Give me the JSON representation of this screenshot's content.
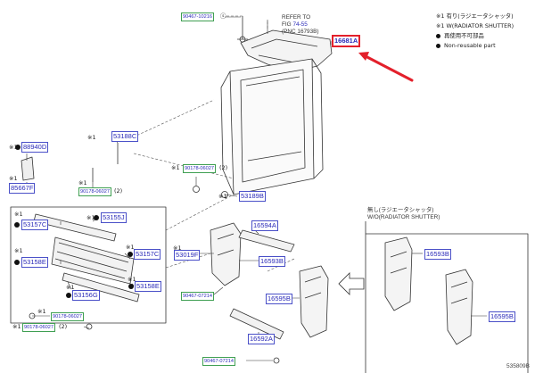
{
  "legend": {
    "line1": "※1 有り(ラジエータシャッタ)",
    "line2": "※1 W(RADIATOR SHUTTER)",
    "line3": "再使用不可部品",
    "line4": "Non-reusable part"
  },
  "refer": {
    "line1": "REFER TO",
    "fig_prefix": "FIG",
    "fig_num": "74-55",
    "line3": "(PNC 16793B)"
  },
  "without": {
    "line1": "無し(ラジエータシャッタ)",
    "line2": "W/O(RADIATOR SHUTTER)"
  },
  "marks": {
    "star": "※1"
  },
  "labels": {
    "p90467_10216": "90467-10216",
    "p16681A": "16681A",
    "p53188C": "53188C",
    "p88940D": "88940D",
    "p85667F": "85667F",
    "p90178_06027_a": "90178-06027",
    "p90178_06027_b": "90178-06027",
    "p53189B": "53189B",
    "p53157C_a": "53157C",
    "p53155J": "53155J",
    "p53157C_b": "53157C",
    "p53158E_a": "53158E",
    "p53156G": "53156G",
    "p53158E_b": "53158E",
    "p90178_06027_c": "90178-06027",
    "p90178_06027_d": "90178-06027",
    "p53019F": "53019F",
    "p16594A": "16594A",
    "p16593B_a": "16593B",
    "p90467_07214_a": "90467-07214",
    "p16595B_a": "16595B",
    "p16592A": "16592A",
    "p90467_07214_b": "90467-07214",
    "p16593B_b": "16593B",
    "p16595B_b": "16595B"
  },
  "qty": {
    "q2": "(2)"
  },
  "diagram_code": "535809B",
  "colors": {
    "highlight": "#e3202b",
    "label_border": "#4a50c8",
    "fastener_label": "#3f9f52"
  }
}
